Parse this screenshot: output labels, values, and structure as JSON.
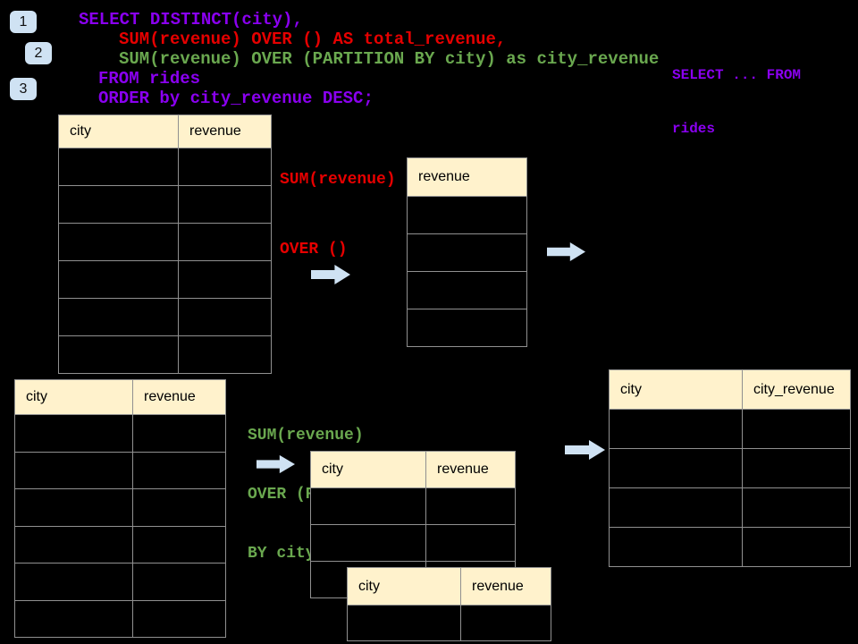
{
  "colors": {
    "background": "#000000",
    "header_bg": "#fff2cc",
    "grid_border": "#909090",
    "badge_bg": "#cfe2f3",
    "arrow": "#cfe2f3",
    "purple": "#8a00f0",
    "red": "#e60000",
    "green": "#6aa84f"
  },
  "badges": [
    "1",
    "2",
    "3"
  ],
  "code": {
    "lines": [
      {
        "text": "SELECT DISTINCT(city),",
        "color": "#8a00f0"
      },
      {
        "text": "SUM(revenue) OVER () AS total_revenue,",
        "color": "#e60000"
      },
      {
        "text": "SUM(revenue) OVER (PARTITION BY city) as city_revenue",
        "color": "#6aa84f"
      },
      {
        "text": "FROM rides",
        "color": "#8a00f0"
      },
      {
        "text": "ORDER by city_revenue DESC;",
        "color": "#8a00f0"
      }
    ]
  },
  "side_note": {
    "lines": [
      "SELECT ... FROM",
      "rides"
    ]
  },
  "annotations": {
    "total_note": {
      "lines": [
        "SUM(revenue)",
        "OVER ()"
      ]
    },
    "partition_note": {
      "lines": [
        "SUM(revenue)",
        "OVER (PARTITION",
        "BY city)"
      ]
    }
  },
  "tables": {
    "rides_top": {
      "headers": [
        "city",
        "revenue"
      ],
      "rows": 6
    },
    "total_revenue_result": {
      "headers": [
        "revenue"
      ],
      "rows": 4
    },
    "rides_bottom": {
      "headers": [
        "city",
        "revenue"
      ],
      "rows": 6
    },
    "partition_step": {
      "headers": [
        "city",
        "revenue"
      ],
      "rows": 3
    },
    "partition_overlay": {
      "headers": [
        "city",
        "revenue"
      ],
      "rows": 1
    },
    "city_revenue_result": {
      "headers": [
        "city",
        "city_revenue"
      ],
      "rows": 4
    }
  }
}
